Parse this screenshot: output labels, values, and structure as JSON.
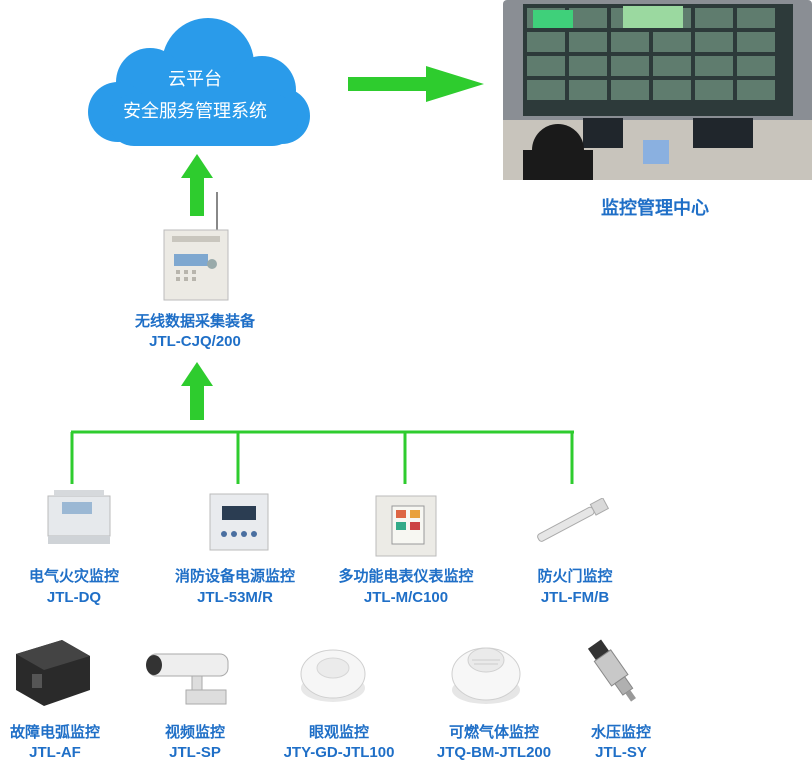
{
  "cloud": {
    "line1": "云平台",
    "line2": "安全服务管理系统",
    "color": "#2a9bea"
  },
  "monitor_center": {
    "title": "监控管理中心"
  },
  "collector": {
    "name": "无线数据采集装备",
    "model": "JTL-CJQ/200"
  },
  "devices_row1": [
    {
      "name": "电气火灾监控",
      "model": "JTL-DQ"
    },
    {
      "name": "消防设备电源监控",
      "model": "JTL-53M/R"
    },
    {
      "name": "多功能电表仪表监控",
      "model": "JTL-M/C100"
    },
    {
      "name": "防火门监控",
      "model": "JTL-FM/B"
    }
  ],
  "devices_row2": [
    {
      "name": "故障电弧监控",
      "model": "JTL-AF"
    },
    {
      "name": "视频监控",
      "model": "JTL-SP"
    },
    {
      "name": "眼观监控",
      "model": "JTY-GD-JTL100"
    },
    {
      "name": "可燃气体监控",
      "model": "JTQ-BM-JTL200"
    },
    {
      "name": "水压监控",
      "model": "JTL-SY"
    }
  ],
  "colors": {
    "arrow": "#2ecc2e",
    "label": "#1f6fc7"
  }
}
